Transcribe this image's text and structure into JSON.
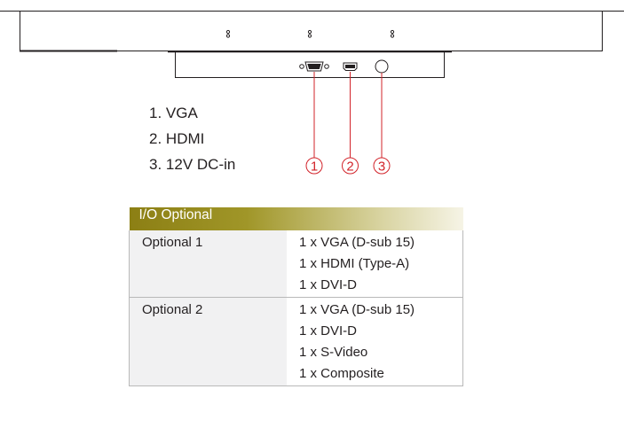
{
  "port_list": [
    {
      "number": "1.",
      "label": "VGA"
    },
    {
      "number": "2.",
      "label": "HDMI"
    },
    {
      "number": "3.",
      "label": "12V DC-in"
    }
  ],
  "callouts": [
    "1",
    "2",
    "3"
  ],
  "callout_color": "#d2232a",
  "table": {
    "title": "I/O Optional",
    "header_color": "#8c7f14",
    "rows": [
      {
        "label": "Optional 1",
        "values": [
          "1 x VGA (D-sub 15)",
          "1 x HDMI (Type-A)",
          "1 x DVI-D"
        ]
      },
      {
        "label": "Optional 2",
        "values": [
          "1 x VGA (D-sub 15)",
          "1 x DVI-D",
          "1 x S-Video",
          "1 x Composite"
        ]
      }
    ]
  }
}
